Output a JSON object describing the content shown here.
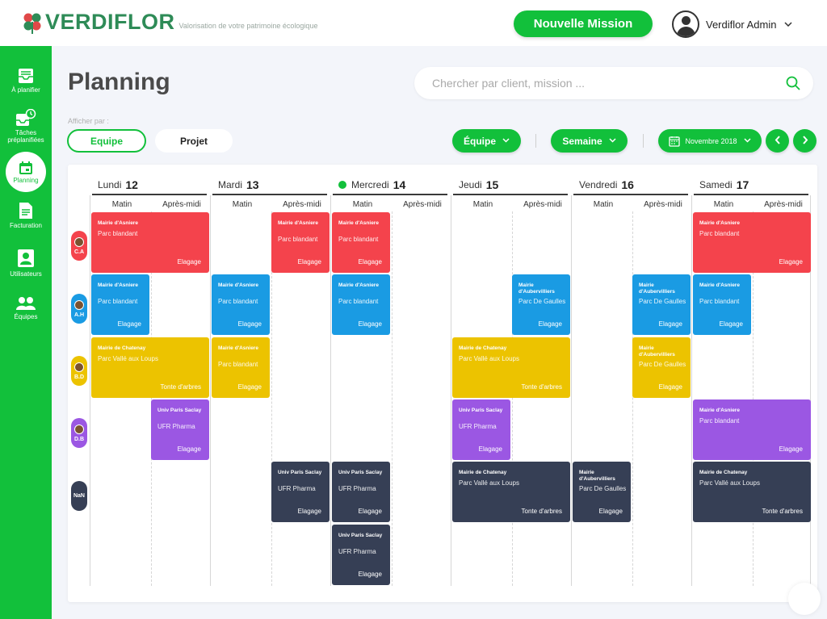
{
  "brand": {
    "name": "VERDIFLOR",
    "tagline": "Valorisation de votre patrimoine écologique",
    "color": "#2e8b57"
  },
  "header": {
    "new_mission_label": "Nouvelle Mission",
    "user_name": "Verdiflor Admin"
  },
  "sidebar": {
    "items": [
      {
        "label": "À planifier",
        "icon": "inbox-tray-icon"
      },
      {
        "label": "Tâches préplanifiées",
        "icon": "clock-tray-icon"
      },
      {
        "label": "Planning",
        "icon": "calendar-icon",
        "active": true
      },
      {
        "label": "Facturation",
        "icon": "document-icon"
      },
      {
        "label": "Utilisateurs",
        "icon": "user-badge-icon"
      },
      {
        "label": "Équipes",
        "icon": "team-icon"
      }
    ]
  },
  "page": {
    "title": "Planning"
  },
  "search": {
    "placeholder": "Chercher par client, mission ..."
  },
  "controls": {
    "afficher_label": "Afficher par :",
    "view_equipe": "Equipe",
    "view_projet": "Projet",
    "filter_equipe": "Équipe",
    "filter_period": "Semaine",
    "month": "Novembre 2018",
    "prev": "‹",
    "next": "›"
  },
  "calendar": {
    "days": [
      {
        "name": "Lundi",
        "num": "12"
      },
      {
        "name": "Mardi",
        "num": "13"
      },
      {
        "name": "Mercredi",
        "num": "14",
        "today": true
      },
      {
        "name": "Jeudi",
        "num": "15"
      },
      {
        "name": "Vendredi",
        "num": "16"
      },
      {
        "name": "Samedi",
        "num": "17"
      }
    ],
    "slot_am": "Matin",
    "slot_pm": "Après-midi",
    "teams": [
      {
        "initials": "C.A",
        "color": "#f4434c"
      },
      {
        "initials": "A.H",
        "color": "#1a9be3"
      },
      {
        "initials": "B.D",
        "color": "#ecc300"
      },
      {
        "initials": "D.B",
        "color": "#9b57e3"
      },
      {
        "initials": "NaN",
        "color": "#363f55"
      }
    ],
    "events": [
      {
        "team": 0,
        "day": 0,
        "start": 0,
        "span": 2,
        "client": "Mairie d'Asniere",
        "site": "Parc blandant",
        "task": "Elagage",
        "color": "red"
      },
      {
        "team": 0,
        "day": 1,
        "start": 1,
        "span": 1,
        "client": "Mairie d'Asniere",
        "site": "Parc blandant",
        "task": "Elagage",
        "color": "red"
      },
      {
        "team": 0,
        "day": 2,
        "start": 0,
        "span": 1,
        "client": "Mairie d'Asniere",
        "site": "Parc blandant",
        "task": "Elagage",
        "color": "red"
      },
      {
        "team": 0,
        "day": 5,
        "start": 0,
        "span": 2,
        "client": "Mairie d'Asniere",
        "site": "Parc blandant",
        "task": "Elagage",
        "color": "red"
      },
      {
        "team": 1,
        "day": 0,
        "start": 0,
        "span": 1,
        "client": "Mairie d'Asniere",
        "site": "Parc blandant",
        "task": "Elagage",
        "color": "blue"
      },
      {
        "team": 1,
        "day": 1,
        "start": 0,
        "span": 1,
        "client": "Mairie d'Asniere",
        "site": "Parc blandant",
        "task": "Elagage",
        "color": "blue"
      },
      {
        "team": 1,
        "day": 2,
        "start": 0,
        "span": 1,
        "client": "Mairie d'Asniere",
        "site": "Parc blandant",
        "task": "Elagage",
        "color": "blue"
      },
      {
        "team": 1,
        "day": 3,
        "start": 1,
        "span": 1,
        "client": "Mairie d'Aubervilliers",
        "site": "Parc De Gaulles",
        "task": "Elagage",
        "color": "blue"
      },
      {
        "team": 1,
        "day": 4,
        "start": 1,
        "span": 1,
        "client": "Mairie d'Aubervilliers",
        "site": "Parc De Gaulles",
        "task": "Elagage",
        "color": "blue"
      },
      {
        "team": 1,
        "day": 5,
        "start": 0,
        "span": 1,
        "client": "Mairie d'Asniere",
        "site": "Parc blandant",
        "task": "Elagage",
        "color": "blue"
      },
      {
        "team": 2,
        "day": 0,
        "start": 0,
        "span": 2,
        "client": "Mairie de Chatenay",
        "site": "Parc Vallé aux Loups",
        "task": "Tonte d'arbres",
        "color": "yellow"
      },
      {
        "team": 2,
        "day": 1,
        "start": 0,
        "span": 1,
        "client": "Mairie d'Asniere",
        "site": "Parc blandant",
        "task": "Elagage",
        "color": "yellow"
      },
      {
        "team": 2,
        "day": 3,
        "start": 0,
        "span": 2,
        "client": "Mairie de Chatenay",
        "site": "Parc Vallé aux Loups",
        "task": "Tonte d'arbres",
        "color": "yellow"
      },
      {
        "team": 2,
        "day": 4,
        "start": 1,
        "span": 1,
        "client": "Mairie d'Aubervilliers",
        "site": "Parc De Gaulles",
        "task": "Elagage",
        "color": "yellow"
      },
      {
        "team": 3,
        "day": 0,
        "start": 1,
        "span": 1,
        "client": "Univ Paris Saclay",
        "site": "UFR Pharma",
        "task": "Elagage",
        "color": "purple"
      },
      {
        "team": 3,
        "day": 3,
        "start": 0,
        "span": 1,
        "client": "Univ Paris Saclay",
        "site": "UFR Pharma",
        "task": "Elagage",
        "color": "purple"
      },
      {
        "team": 3,
        "day": 5,
        "start": 0,
        "span": 2,
        "client": "Mairie d'Asniere",
        "site": "Parc blandant",
        "task": "Elagage",
        "color": "purple"
      },
      {
        "team": 4,
        "day": 1,
        "start": 1,
        "span": 1,
        "client": "Univ Paris Saclay",
        "site": "UFR Pharma",
        "task": "Elagage",
        "color": "navy"
      },
      {
        "team": 4,
        "day": 2,
        "start": 0,
        "span": 1,
        "client": "Univ Paris Saclay",
        "site": "UFR Pharma",
        "task": "Elagage",
        "color": "navy"
      },
      {
        "team": 4,
        "day": 3,
        "start": 0,
        "span": 2,
        "client": "Mairie de Chatenay",
        "site": "Parc Vallé aux Loups",
        "task": "Tonte d'arbres",
        "color": "navy"
      },
      {
        "team": 4,
        "day": 4,
        "start": 0,
        "span": 1,
        "client": "Mairie d'Aubervilliers",
        "site": "Parc De Gaulles",
        "task": "Elagage",
        "color": "navy"
      },
      {
        "team": 4,
        "day": 5,
        "start": 0,
        "span": 2,
        "client": "Mairie de Chatenay",
        "site": "Parc Vallé aux Loups",
        "task": "Tonte d'arbres",
        "color": "navy"
      },
      {
        "team": 5,
        "day": 2,
        "start": 0,
        "span": 1,
        "client": "Univ Paris Saclay",
        "site": "UFR Pharma",
        "task": "Elagage",
        "color": "navy"
      }
    ]
  }
}
